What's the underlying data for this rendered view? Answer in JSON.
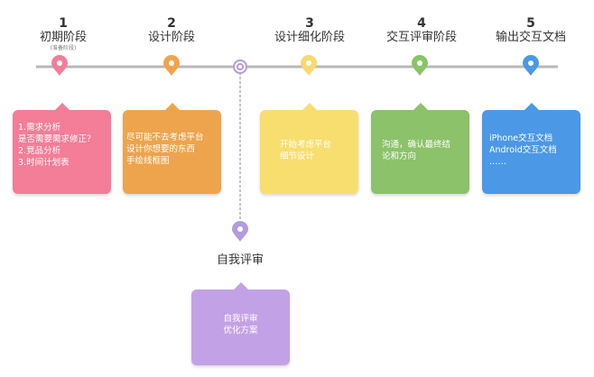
{
  "colors": {
    "timeline": "#b8b8b8",
    "stage1": "#f47d98",
    "stage2": "#f2a34a",
    "review": "#b49ade",
    "stage3": "#f6da70",
    "stage4": "#88c565",
    "stage5": "#4b98e6",
    "box1": "#f47d98",
    "box2": "#eea44c",
    "box3": "#f8de6e",
    "box4": "#8bc26a",
    "box5": "#4b98e6",
    "box_review": "#c3a1e6"
  },
  "stages": [
    {
      "number": "1",
      "title": "初期阶段",
      "note": "(准备阶段)"
    },
    {
      "number": "2",
      "title": "设计阶段"
    },
    {
      "number": "3",
      "title": "设计细化阶段"
    },
    {
      "number": "4",
      "title": "交互评审阶段"
    },
    {
      "number": "5",
      "title": "输出交互文档"
    }
  ],
  "boxes": {
    "stage1": [
      "1.需求分析",
      "是否需要需求修正？",
      "2.竞品分析",
      "3.时间计划表"
    ],
    "stage2": [
      "尽可能不去考虑平台",
      "设计你想要的东西",
      "手绘线框图"
    ],
    "stage3": [
      "开始考虑平台",
      "细节设计"
    ],
    "stage4": [
      "沟通，确认最终结",
      "论和方向"
    ],
    "stage5": [
      "iPhone交互文档",
      "Android交互文档",
      "……"
    ],
    "review": [
      "自我评审",
      "优化方案"
    ]
  },
  "review_label": "自我评审",
  "icons": [
    "location-pin-icon",
    "ring-marker-icon"
  ]
}
